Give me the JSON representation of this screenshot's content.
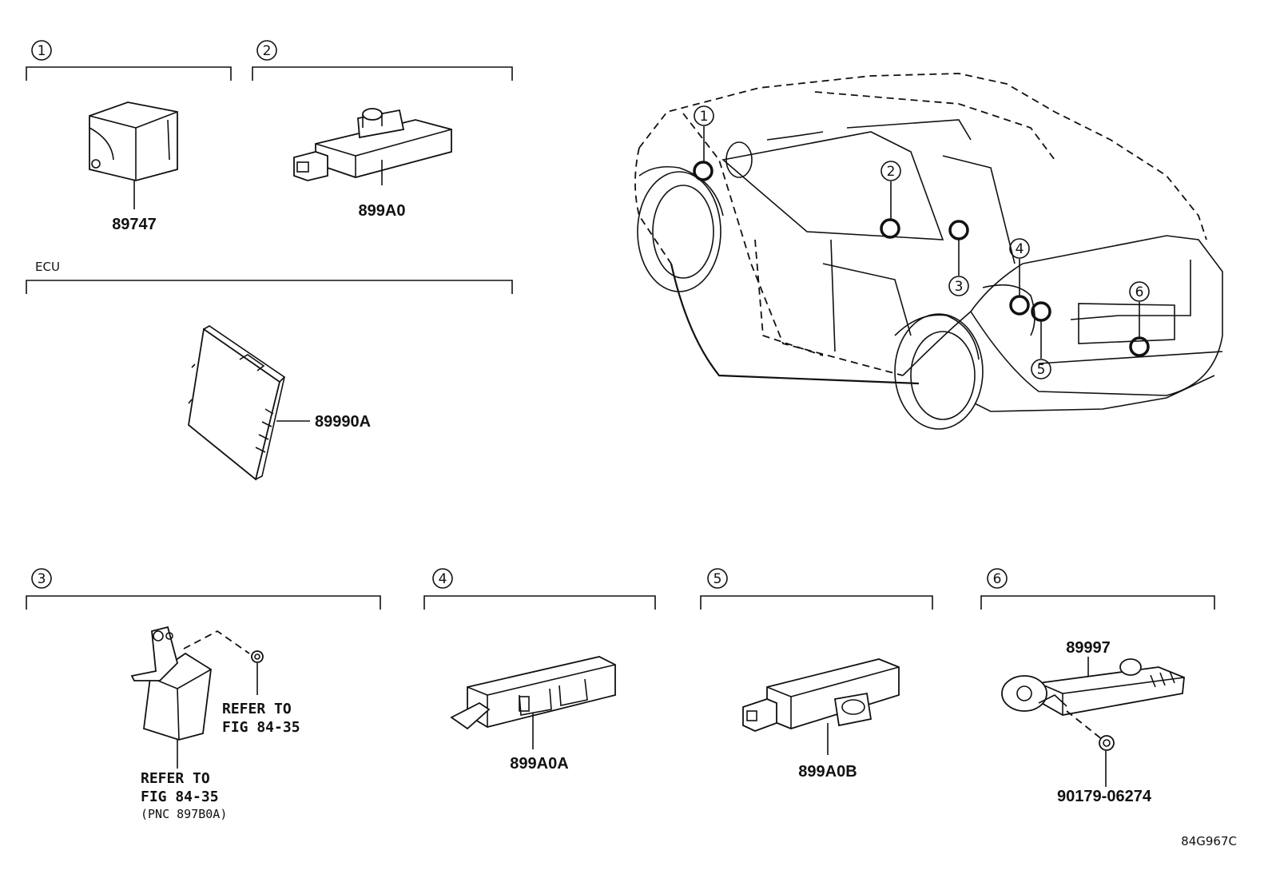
{
  "groups": [
    {
      "id": "1",
      "parts": [
        "89747"
      ]
    },
    {
      "id": "2",
      "parts": [
        "899A0"
      ]
    },
    {
      "id": "ecu",
      "label": "ECU",
      "parts": [
        "89990A"
      ]
    },
    {
      "id": "3",
      "refs": [
        {
          "line1": "REFER TO",
          "line2": "FIG 84-35"
        },
        {
          "line1": "REFER TO",
          "line2": "FIG 84-35",
          "line3": "(PNC 897B0A)"
        }
      ]
    },
    {
      "id": "4",
      "parts": [
        "899A0A"
      ]
    },
    {
      "id": "5",
      "parts": [
        "899A0B"
      ]
    },
    {
      "id": "6",
      "parts": [
        "89997",
        "90179-06274"
      ]
    }
  ],
  "car_callouts": [
    "1",
    "2",
    "3",
    "4",
    "5",
    "6"
  ],
  "figure_code": "84G967C"
}
